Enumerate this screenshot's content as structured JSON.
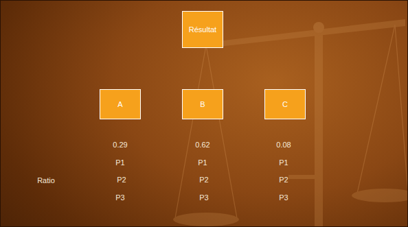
{
  "diagram": {
    "nodes": [
      {
        "text": [
          "Résultat"
        ]
      },
      {
        "text": [
          "A"
        ]
      },
      {
        "text": [
          "B"
        ]
      },
      {
        "text": [
          "C"
        ]
      }
    ],
    "labels": [
      "0.29",
      "0.62",
      "0.08",
      "P1",
      "P1",
      "P1",
      "Ratio",
      "P2",
      "P2",
      "P2",
      "P3",
      "P3",
      "P3"
    ]
  }
}
